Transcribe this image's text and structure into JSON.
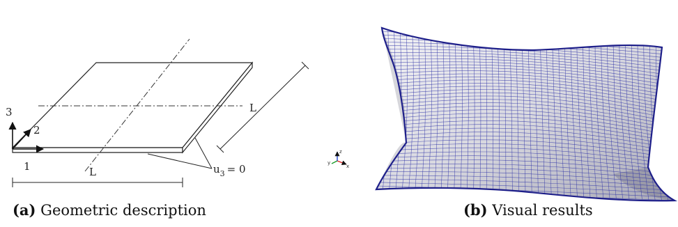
{
  "panel_a": {
    "axis_1": "1",
    "axis_2": "2",
    "axis_3": "3",
    "length_label_bottom": "L",
    "length_label_side": "L",
    "boundary_condition": "u",
    "boundary_condition_sub": "3",
    "boundary_condition_rhs": "= 0",
    "caption_tag": "(a)",
    "caption_text": "Geometric description"
  },
  "panel_b": {
    "triad_label_x": "x",
    "triad_label_y": "y",
    "triad_label_z": "z",
    "caption_tag": "(b)",
    "caption_text": "Visual results",
    "mesh_color": "#2b2fa6"
  }
}
